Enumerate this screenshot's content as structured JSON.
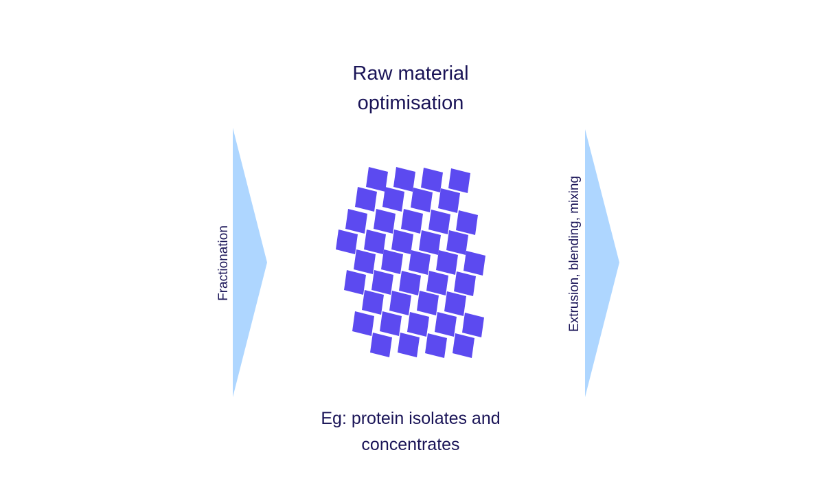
{
  "title": {
    "line1": "Raw material",
    "line2": "optimisation"
  },
  "caption": {
    "line1": "Eg: protein isolates and",
    "line2": "concentrates"
  },
  "left_step": {
    "label": "Fractionation"
  },
  "right_step": {
    "label": "Extrusion, blending, mixing"
  },
  "colors": {
    "arrow": "#aed6ff",
    "particle": "#5c4af0",
    "text": "#1a1457"
  },
  "icons": [
    "chevron-arrow-icon",
    "protein-particle-icon"
  ]
}
